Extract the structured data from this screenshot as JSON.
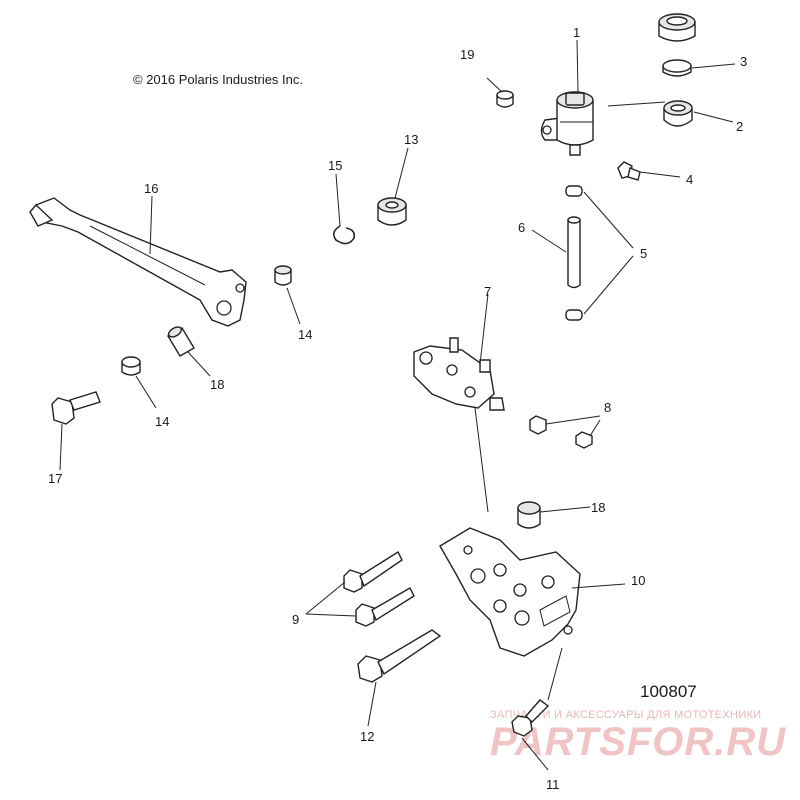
{
  "copyright": "© 2016 Polaris Industries Inc.",
  "figure_number": "100807",
  "watermark": {
    "tagline": "ЗАПЧАСТИ И АКСЕССУАРЫ ДЛЯ МОТОТЕХНИКИ",
    "brand": "PARTSFOR.RU"
  },
  "callouts": {
    "c1": "1",
    "c2": "2",
    "c3": "3",
    "c4": "4",
    "c5": "5",
    "c6": "6",
    "c7": "7",
    "c8": "8",
    "c9": "9",
    "c10": "10",
    "c11": "11",
    "c12": "12",
    "c13": "13",
    "c14a": "14",
    "c14b": "14",
    "c15": "15",
    "c16": "16",
    "c17": "17",
    "c18a": "18",
    "c18b": "18",
    "c19": "19"
  }
}
